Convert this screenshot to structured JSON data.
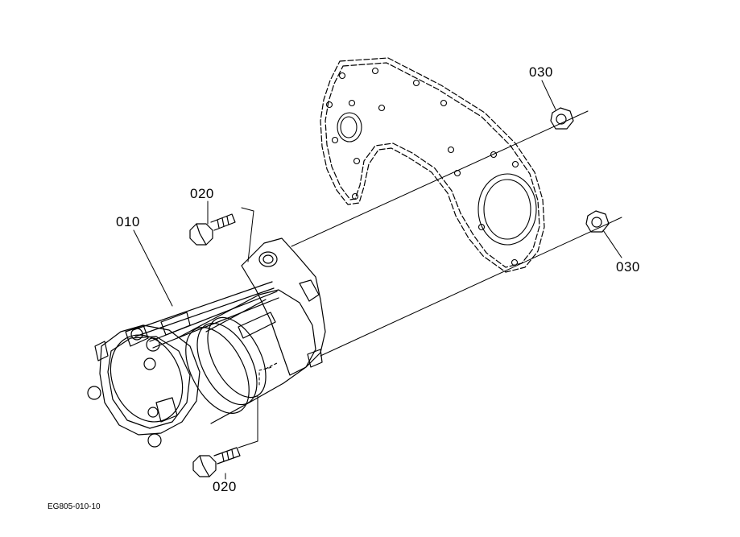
{
  "labels": {
    "starter": "010",
    "bolt_upper": "020",
    "bolt_lower": "020",
    "nut_upper": "030",
    "nut_lower": "030"
  },
  "figure_code": "EG805-010-10",
  "colors": {
    "line": "#000000",
    "background": "#ffffff"
  }
}
